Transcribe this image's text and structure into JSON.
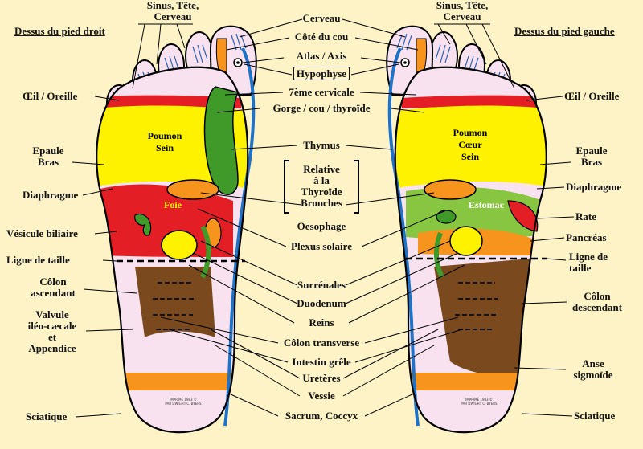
{
  "titles": {
    "right_foot": "Dessus du pied droit",
    "left_foot": "Dessus du pied gauche"
  },
  "labels": {
    "sinus": "Sinus, Tête,\nCerveau",
    "cerveau": "Cerveau",
    "cote_cou": "Côté du cou",
    "atlas": "Atlas / Axis",
    "hypophyse": "Hypophyse",
    "cervicale": "7ème cervicale",
    "gorge": "Gorge / cou / thyroïde",
    "oeil": "Œil / Oreille",
    "thymus": "Thymus",
    "epaule": "Epaule\nBras",
    "relative": "Relative\nà la\nThyroïde\nBronches",
    "diaphragme": "Diaphragme",
    "oesophage": "Oesophage",
    "vesicule": "Vésicule biliaire",
    "rate": "Rate",
    "plexus": "Plexus solaire",
    "pancreas": "Pancréas",
    "ligne_left": "Ligne de taille",
    "ligne_right": "Ligne de\ntaille",
    "colon_asc": "Côlon\nascendant",
    "surrenales": "Surrénales",
    "colon_desc": "Côlon\ndescendant",
    "duodenum": "Duodenum",
    "valvule": "Valvule\niléo-cæcale\net\nAppendice",
    "reins": "Reins",
    "colon_trans": "Côlon transverse",
    "intestin": "Intestin grêle",
    "anse": "Anse\nsigmoïde",
    "ureteres": "Uretères",
    "vessie": "Vessie",
    "sciatique": "Sciatique",
    "sacrum": "Sacrum, Coccyx"
  },
  "zones": {
    "poumon_sein": "Poumon\nSein",
    "poumon_coeur_sein": "Poumon\nCœur\nSein",
    "foie": "Foie",
    "estomac": "Estomac"
  },
  "footer_credit": "IMPRIMÉ 1983 ©\nPAR DWIGHT C. BYERS",
  "colors": {
    "background": "#fdf3c7",
    "skin": "#f8e2f0",
    "blue_spine": "#1e73c8",
    "yellow": "#fff200",
    "red": "#e31e24",
    "green": "#3f9a2a",
    "orange": "#f7941d",
    "brown": "#7a4a1e"
  }
}
